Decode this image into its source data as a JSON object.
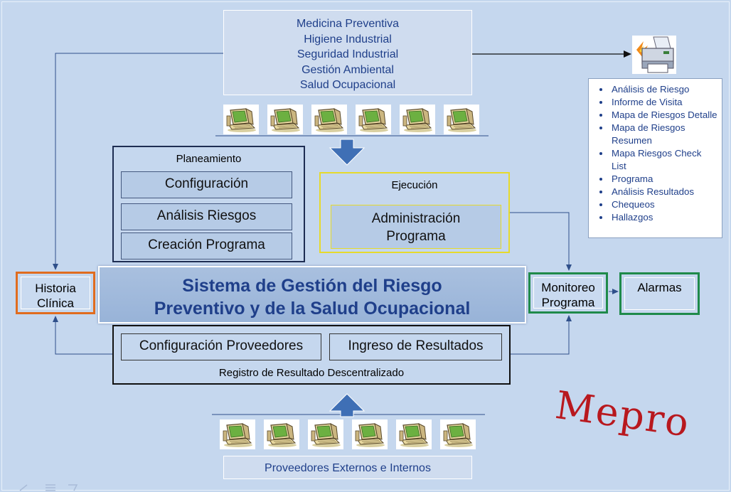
{
  "top_box": {
    "lines": [
      "Medicina Preventiva",
      "Higiene Industrial",
      "Seguridad Industrial",
      "Gestión Ambiental",
      "Salud Ocupacional"
    ]
  },
  "icons": {
    "computer": "computer-icon",
    "printer": "printer-icon",
    "arrow": "arrow-down-icon"
  },
  "planeamiento": {
    "title": "Planeamiento",
    "items": [
      "Configuración",
      "Análisis Riesgos",
      "Creación Programa"
    ]
  },
  "ejecucion": {
    "title": "Ejecución",
    "admin_line1": "Administración",
    "admin_line2": "Programa"
  },
  "main_system": {
    "line1": "Sistema de  Gestión  del   Riesgo",
    "line2": "Preventivo y de la Salud Ocupacional"
  },
  "historia": {
    "line1": "Historia",
    "line2": "Clínica"
  },
  "monitoreo": {
    "line1": "Monitoreo",
    "line2": "Programa"
  },
  "alarmas": {
    "label": "Alarmas"
  },
  "registro": {
    "config_proveedores": "Configuración Proveedores",
    "ingreso_resultados": "Ingreso de Resultados",
    "label": "Registro de Resultado Descentralizado"
  },
  "reports": {
    "items": [
      "Análisis de Riesgo",
      "Informe de Visita",
      "Mapa de Riesgos Detalle",
      "Mapa de Riesgos Resumen",
      "Mapa Riesgos  Check List",
      "Programa",
      "Análisis  Resultados",
      "Chequeos",
      "Hallazgos"
    ]
  },
  "proveedores": {
    "label": "Proveedores Externos e Internos"
  },
  "brand": {
    "text": "Mepro",
    "color": "#b8181e"
  },
  "colors": {
    "background": "#c5d7ee",
    "title_blue": "#1f3f8a",
    "historia_border": "#e06c1f",
    "green_border": "#1f8a4a",
    "ejecucion_border": "#e6da2c",
    "arrow_blue": "#3f6fb5"
  }
}
